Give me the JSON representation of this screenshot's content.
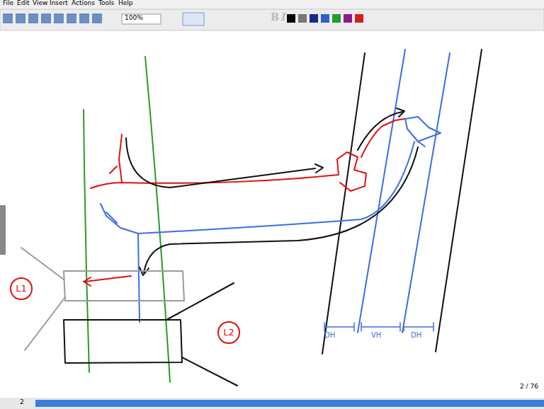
{
  "diagram": {
    "nodes": [
      {
        "text": [
          "L1"
        ]
      },
      {
        "text": [
          "L2"
        ]
      }
    ],
    "labels": [
      "File",
      "Edit",
      "View",
      "Insert",
      "Actions",
      "Tools",
      "Help",
      "100%",
      "B",
      "I",
      "DH",
      "VH",
      "DH",
      "2 / 76",
      "2"
    ]
  }
}
